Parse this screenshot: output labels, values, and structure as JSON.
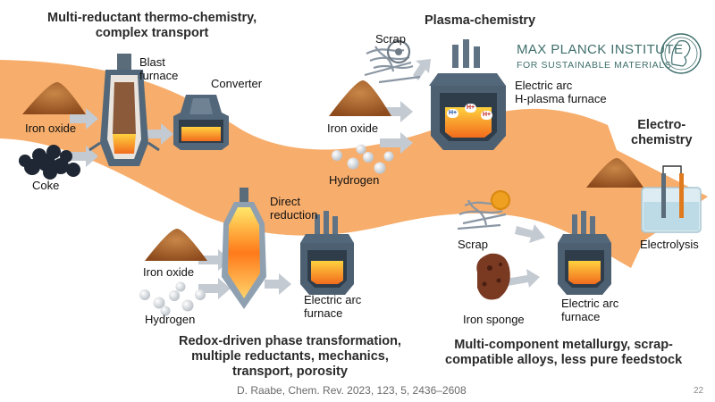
{
  "slide": {
    "headings": {
      "thermo": [
        "Multi-reductant thermo-chemistry,",
        "complex transport"
      ],
      "plasma": "Plasma-chemistry",
      "electro": [
        "Electro-",
        "chemistry"
      ],
      "redox": [
        "Redox-driven phase transformation,",
        "multiple reductants, mechanics,",
        "transport, porosity"
      ],
      "multi": [
        "Multi-component metallurgy, scrap-",
        "compatible alloys, less pure feedstock"
      ]
    },
    "logo": {
      "line1": "MAX PLANCK INSTITUTE",
      "line2": "FOR SUSTAINABLE MATERIALS"
    },
    "labels": {
      "iron_oxide_1": "Iron oxide",
      "coke": "Coke",
      "blast_furnace": [
        "Blast",
        "furnace"
      ],
      "converter": "Converter",
      "scrap_1": "Scrap",
      "iron_oxide_2": "Iron oxide",
      "hydrogen_1": "Hydrogen",
      "plasma_furnace": [
        "Electric arc",
        "H-plasma furnace"
      ],
      "direct_reduction": [
        "Direct",
        "reduction"
      ],
      "iron_oxide_3": "Iron oxide",
      "hydrogen_2": "Hydrogen",
      "eaf_1": [
        "Electric arc",
        "furnace"
      ],
      "scrap_2": "Scrap",
      "iron_sponge": "Iron sponge",
      "eaf_2": [
        "Electric arc",
        "furnace"
      ],
      "electrolysis": "Electrolysis"
    },
    "plasma_ions": [
      "H+",
      "H+",
      "H+"
    ],
    "citation": "D. Raabe, Chem. Rev. 2023, 123, 5, 2436–2608",
    "page_number": "22",
    "colors": {
      "band": "#f7ad6b",
      "arrow": "#bfc7cf",
      "oxide": "#b86a2e",
      "steel": "#4e6273",
      "molten": "#f5a623",
      "heading_text": "#2a2a2a",
      "logo_text": "#3f6f6c"
    }
  }
}
